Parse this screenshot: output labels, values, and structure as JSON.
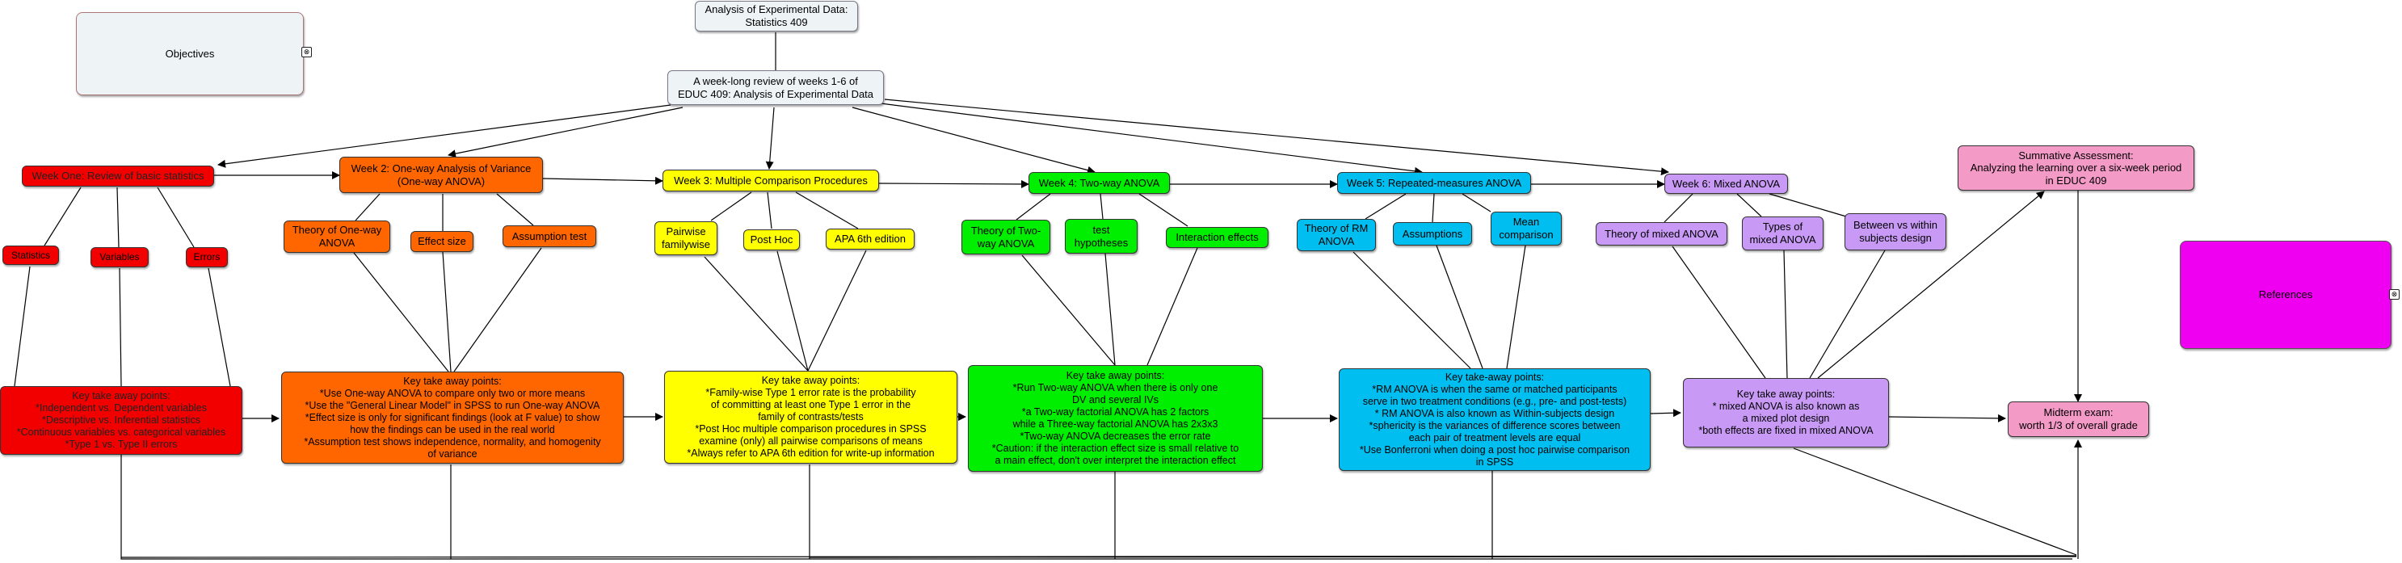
{
  "nodes": {
    "top_title": "Analysis of Experimental Data:\nStatistics 409",
    "review": "A week-long review of weeks 1-6 of\nEDUC 409: Analysis of Experimental Data",
    "objectives": "Objectives",
    "week1": "Week One: Review of basic statistics",
    "week2": "Week 2: One-way Analysis of Variance\n(One-way ANOVA)",
    "week3": "Week 3: Multiple Comparison Procedures",
    "week4": "Week 4: Two-way ANOVA",
    "week5": "Week 5: Repeated-measures ANOVA",
    "week6": "Week 6: Mixed ANOVA",
    "summative": "Summative Assessment:\nAnalyzing the learning over a six-week period\nin EDUC 409",
    "references": "References",
    "w1_statistics": "Statistics",
    "w1_variables": "Variables",
    "w1_errors": "Errors",
    "w2_theory": "Theory of One-way\nANOVA",
    "w2_effect": "Effect size",
    "w2_assumption": "Assumption test",
    "w3_pairwise": "Pairwise\nfamilywise",
    "w3_posthoc": "Post Hoc",
    "w3_apa": "APA 6th edition",
    "w4_theory": "Theory of Two-\nway ANOVA",
    "w4_test": "test\nhypotheses",
    "w4_interaction": "Interaction effects",
    "w5_theory": "Theory of RM\nANOVA",
    "w5_assumptions": "Assumptions",
    "w5_mean": "Mean\ncomparison",
    "w6_theory": "Theory of mixed ANOVA",
    "w6_types": "Types of\nmixed ANOVA",
    "w6_between": "Between vs within\nsubjects design",
    "k1": "Key take away points:\n*Independent vs. Dependent variables\n*Descriptive vs. Inferential statistics\n*Continuous variables vs. categorical variables\n*Type 1 vs. Type II errors",
    "k2": "Key take away points:\n*Use One-way ANOVA to compare only two or more means\n*Use the \"General Linear Model\" in SPSS to run One-way ANOVA\n*Effect size is only for significant findings (look at F value) to show\nhow the findings can be used in the real world\n*Assumption test shows independence, normality, and homogenity\nof variance",
    "k3": "Key take away points:\n*Family-wise Type 1 error rate is the probability\nof committing at least one Type 1 error in the\nfamily of contrasts/tests\n*Post Hoc multiple comparison procedures in SPSS\nexamine (only) all pairwise comparisons of means\n*Always refer to APA 6th edition for write-up information",
    "k4": "Key take away points:\n*Run Two-way ANOVA when there is only one\nDV and several IVs\n*a Two-way factorial ANOVA has 2 factors\nwhile a Three-way factorial ANOVA has 2x3x3\n*Two-way ANOVA decreases the error rate\n*Caution: if the interaction effect size is small relative to\na main effect, don't over interpret the interaction effect",
    "k5": "Key take-away points:\n*RM ANOVA is when the same or matched participants\nserve in two treatment conditions (e.g., pre- and post-tests)\n* RM ANOVA is also known as Within-subjects design\n*sphericity is the variances of difference scores between\neach pair of treatment levels are equal\n*Use Bonferroni when doing a post hoc pairwise comparison\nin SPSS",
    "k6": "Key take away points:\n* mixed ANOVA is also known as\na mixed plot design\n*both effects are fixed in mixed ANOVA",
    "midterm": "Midterm exam:\nworth 1/3 of overall grade"
  },
  "icons": {
    "objectives_link": "link-icon",
    "references_link": "link-icon"
  },
  "colors": {
    "week1": "#f20000",
    "week2": "#ff6600",
    "week3": "#ffff00",
    "week4": "#00ee00",
    "week5": "#00bff0",
    "week6": "#c89af5",
    "assessment": "#f49ac7",
    "references": "#f000f0"
  }
}
